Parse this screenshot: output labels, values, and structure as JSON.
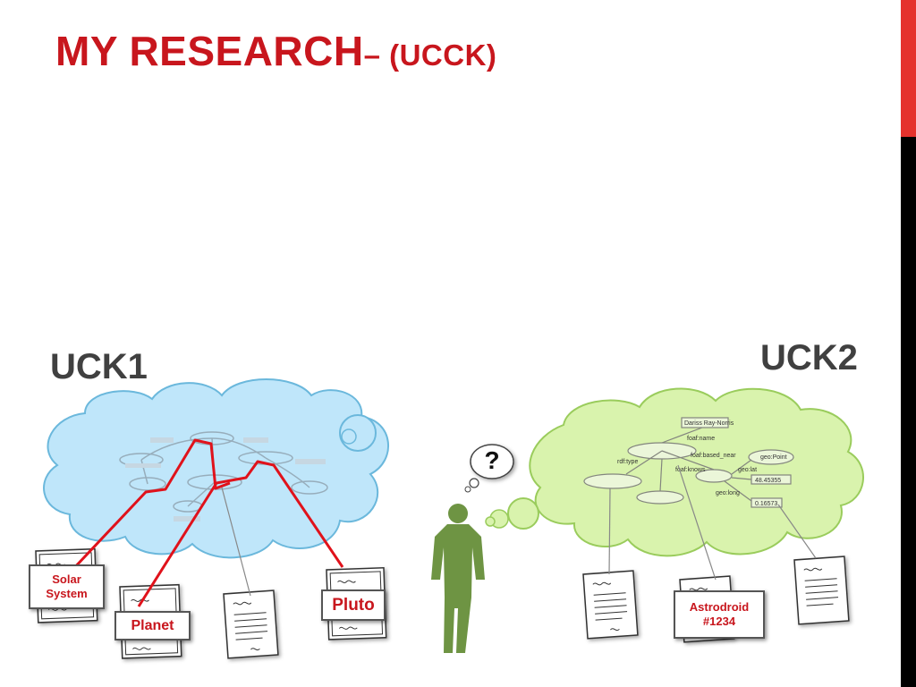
{
  "slide": {
    "title_main": "MY RESEARCH",
    "title_sub": "– (UCCK)",
    "uck1_label": "UCK1",
    "uck2_label": "UCK2"
  },
  "labels": {
    "solar_line1": "Solar",
    "solar_line2": "System",
    "planet": "Planet",
    "pluto": "Pluto",
    "astro_line1": "Astrodroid",
    "astro_line2": "#1234",
    "question_mark": "?"
  },
  "colors": {
    "title": "#c8161d",
    "accent_bar": "#e5322d",
    "cloud1_fill": "#bfe6fa",
    "cloud1_stroke": "#6bb8dc",
    "cloud2_fill": "#d9f3ad",
    "cloud2_stroke": "#9acc5c",
    "person": "#6e9443",
    "path_red": "#e0121b"
  },
  "graph_uck2": {
    "nodes": [
      "Dariss Ray-Norris",
      "foaf:name",
      "foaf:based_near",
      "foaf:knows",
      "rdf:type",
      "geo:Point",
      "geo:lat",
      "geo:long",
      "48.45355",
      "0.16573"
    ]
  }
}
